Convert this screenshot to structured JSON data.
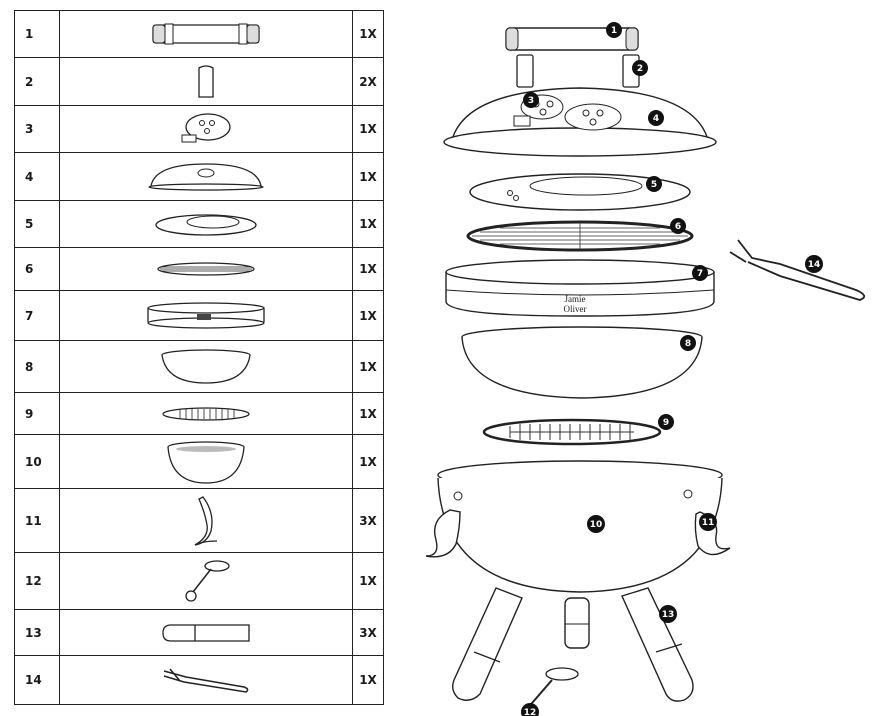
{
  "parts": [
    {
      "num": "1",
      "name": "lid-handle",
      "qty": "1X"
    },
    {
      "num": "2",
      "name": "handle-bracket",
      "qty": "2X"
    },
    {
      "num": "3",
      "name": "lid-vent",
      "qty": "1X"
    },
    {
      "num": "4",
      "name": "lid",
      "qty": "1X"
    },
    {
      "num": "5",
      "name": "heat-shield",
      "qty": "1X"
    },
    {
      "num": "6",
      "name": "cooking-grate",
      "qty": "1X"
    },
    {
      "num": "7",
      "name": "ring",
      "qty": "1X"
    },
    {
      "num": "8",
      "name": "bowl",
      "qty": "1X"
    },
    {
      "num": "9",
      "name": "charcoal-grate",
      "qty": "1X"
    },
    {
      "num": "10",
      "name": "kettle-bowl",
      "qty": "1X"
    },
    {
      "num": "11",
      "name": "leg-bracket",
      "qty": "3X"
    },
    {
      "num": "12",
      "name": "ash-vent",
      "qty": "1X"
    },
    {
      "num": "13",
      "name": "leg",
      "qty": "3X"
    },
    {
      "num": "14",
      "name": "lid-hook",
      "qty": "1X"
    }
  ],
  "brand": {
    "line1": "Jamie",
    "line2": "Oliver"
  },
  "callouts": [
    "1",
    "2",
    "3",
    "4",
    "5",
    "6",
    "7",
    "8",
    "9",
    "10",
    "11",
    "12",
    "13",
    "14"
  ]
}
